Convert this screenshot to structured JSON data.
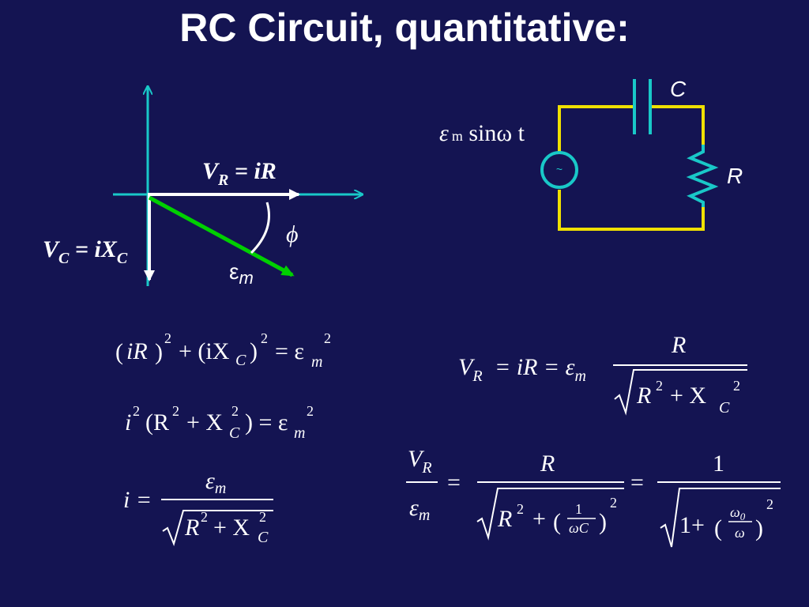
{
  "slide": {
    "title": "RC Circuit, quantitative:"
  },
  "phasor": {
    "vr_label": "V",
    "vr_sub": "R",
    "vr_rhs": " = iR",
    "vc_label": "V",
    "vc_sub": "C",
    "vc_rhs": " = iX",
    "vc_rhs_sub": "C",
    "phi": "ϕ",
    "emf": "ε",
    "emf_sub": "m"
  },
  "circuit": {
    "source_formula": "ε",
    "source_sub": "m",
    "source_rest": " sinω t",
    "source_symbol": "~",
    "cap_label": "C",
    "res_label": "R",
    "colors": {
      "wire": "#f0e000",
      "component": "#19c8c8"
    }
  },
  "equations": {
    "eq1": {
      "lhs1": "iR",
      "exp": "2",
      "plus": "+ (iX",
      "sub": "C",
      "close": ")",
      "eq": "= ε",
      "emf_sub": "m"
    },
    "eq2": {
      "lhs": "i",
      "exp": "2",
      "paren": "(R",
      "plus": "+ X",
      "sub": "C",
      "close": ") = ε",
      "emf_sub": "m"
    },
    "eq3": {
      "lhs": "i =",
      "num": "ε",
      "num_sub": "m",
      "den": "R",
      "den_plus": "+ X",
      "den_sub": "C",
      "exp": "2"
    },
    "eq4": {
      "lhs": "V",
      "lhs_sub": "R",
      "mid": "= iR = ε",
      "mid_sub": "m",
      "num": "R",
      "den": "R",
      "den_plus": "+ X",
      "den_sub": "C",
      "exp": "2"
    },
    "eq5": {
      "frac_num": "V",
      "frac_num_sub": "R",
      "frac_den": "ε",
      "frac_den_sub": "m",
      "eq": "=",
      "num": "R",
      "den": "R",
      "den_plus": "+",
      "inner_num": "1",
      "inner_den": "ωC",
      "exp": "2",
      "eq2": "=",
      "num2": "1",
      "den2": "1+",
      "inner_num2": "ω",
      "inner_num2_sub": "0",
      "inner_den2": "ω"
    }
  },
  "colors": {
    "background": "#141452",
    "axis": "#19c8c8",
    "phasor_vr": "#ffffff",
    "phasor_emf": "#00d000"
  }
}
